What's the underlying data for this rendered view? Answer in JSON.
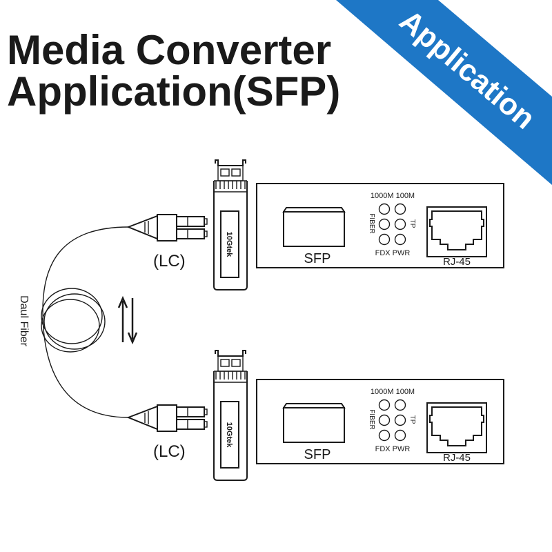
{
  "title": {
    "line1": "Media Converter",
    "line2": "Application(SFP)"
  },
  "banner": {
    "label": "Application",
    "color": "#1e77c6"
  },
  "fiber": {
    "label": "Daul Fiber",
    "connector_label": "(LC)"
  },
  "sfp_module": {
    "brand": "10Gtek"
  },
  "converter": {
    "sfp_port_label": "SFP",
    "rj45_label": "RJ-45",
    "led_top_labels": "1000M 100M",
    "led_left_label": "FIBER",
    "led_right_label": "TP",
    "led_bottom_labels": "FDX PWR"
  },
  "icons": {
    "arrows": "up-down-arrows-icon"
  }
}
